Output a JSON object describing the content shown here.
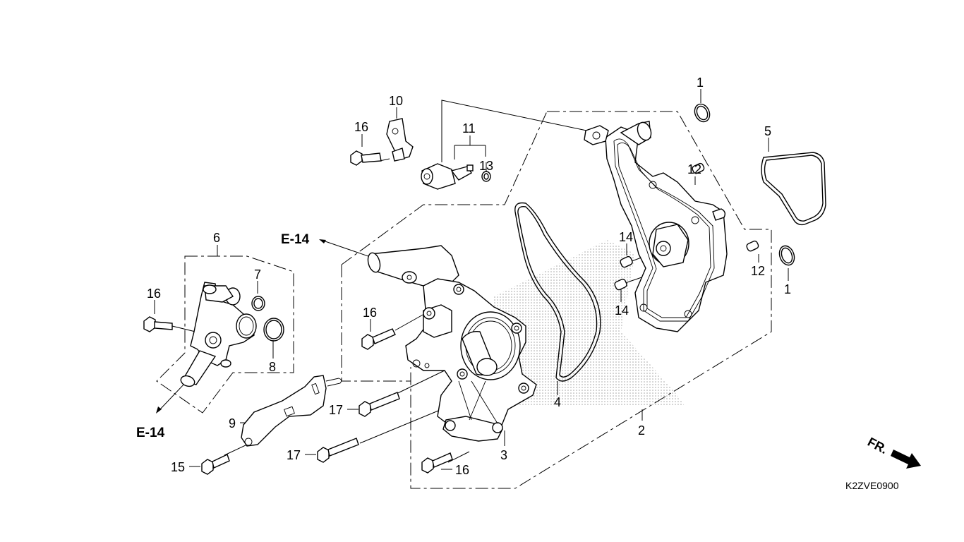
{
  "diagram": {
    "figure_code": "K2ZVE0900",
    "direction_label": "FR.",
    "references": [
      {
        "id": "ref-top",
        "label": "E-14"
      },
      {
        "id": "ref-bottom",
        "label": "E-14"
      }
    ],
    "callouts": {
      "c1a": "1",
      "c1b": "1",
      "c2": "2",
      "c3": "3",
      "c4": "4",
      "c5": "5",
      "c6": "6",
      "c7": "7",
      "c8": "8",
      "c9": "9",
      "c10": "10",
      "c11": "11",
      "c12a": "12",
      "c12b": "12",
      "c13": "13",
      "c14a": "14",
      "c14b": "14",
      "c15": "15",
      "c16a": "16",
      "c16b": "16",
      "c16c": "16",
      "c16d": "16",
      "c17a": "17",
      "c17b": "17"
    },
    "colors": {
      "line": "#000000",
      "background": "#ffffff",
      "stipple": "#9a9a9a"
    }
  }
}
